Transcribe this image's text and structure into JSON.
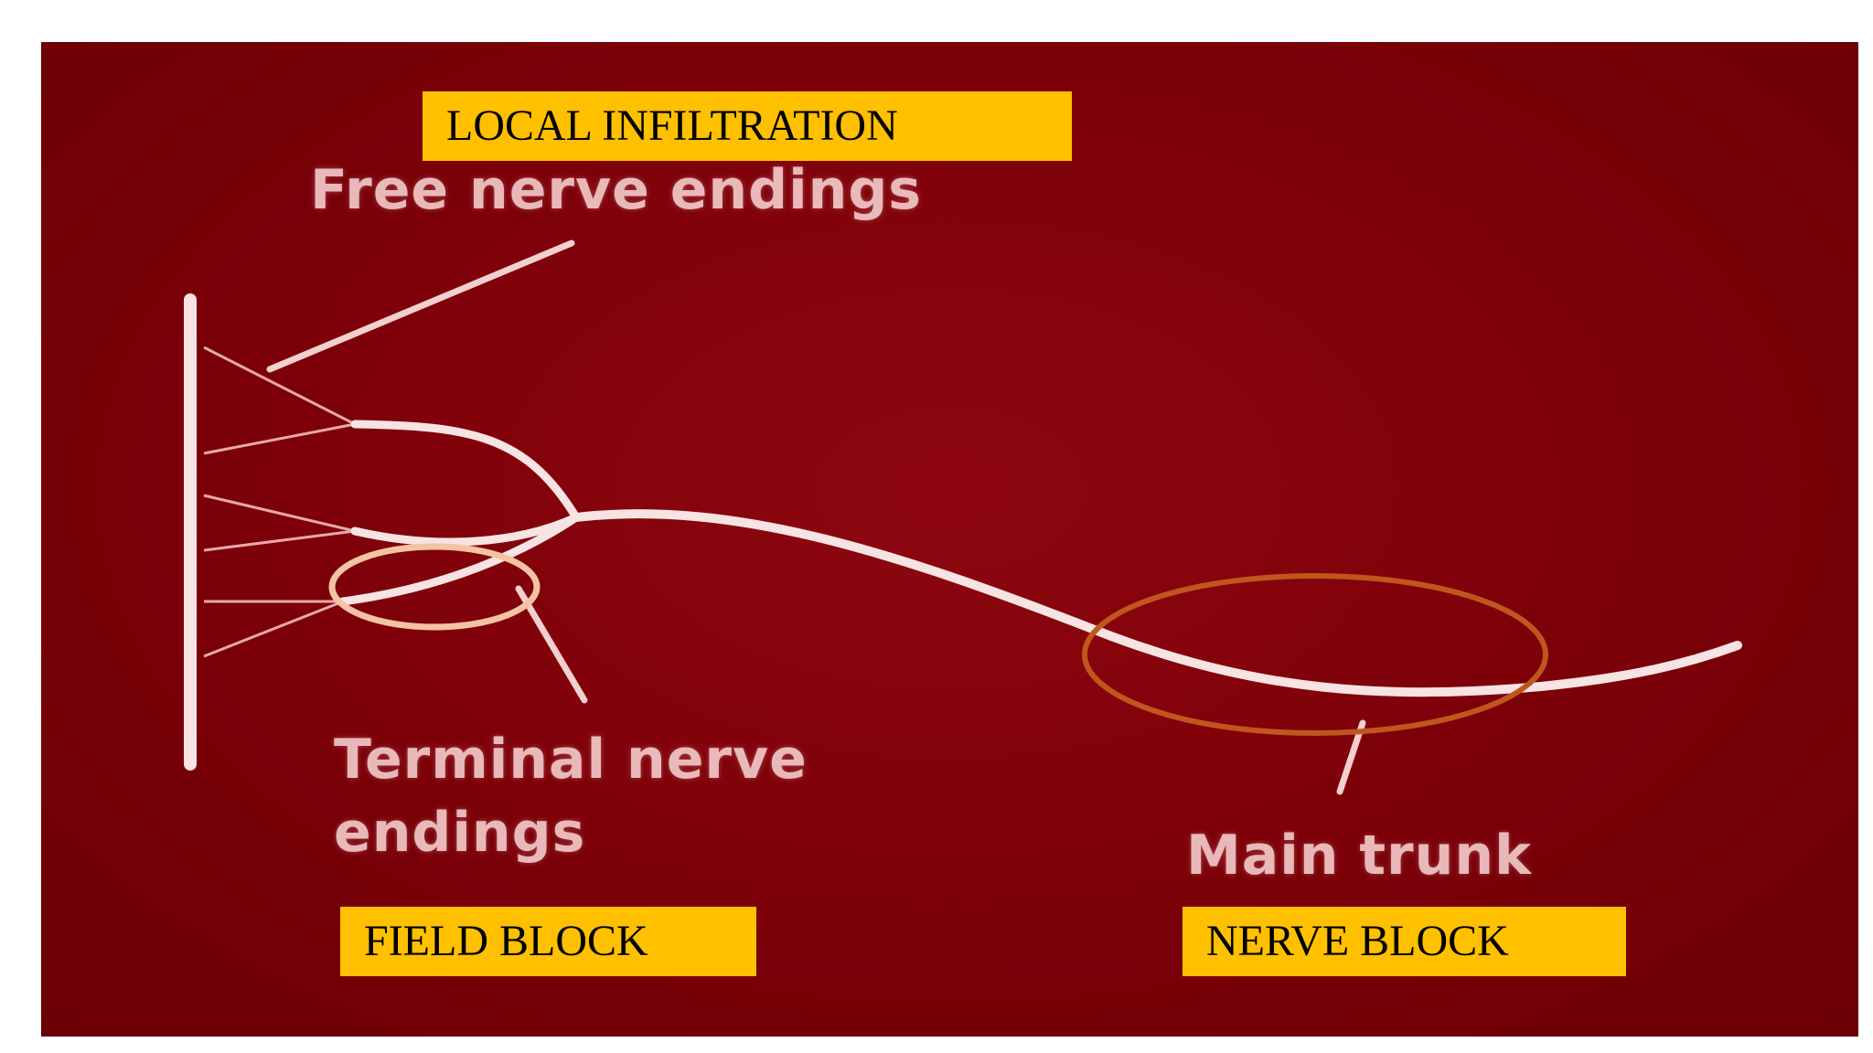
{
  "tags": {
    "local_infiltration": "LOCAL INFILTRATION",
    "field_block": "FIELD BLOCK",
    "nerve_block": "NERVE BLOCK"
  },
  "labels": {
    "free_nerve_endings": "Free nerve endings",
    "terminal_nerve_endings_line1": "Terminal nerve",
    "terminal_nerve_endings_line2": "endings",
    "main_trunk": "Main trunk"
  },
  "colors": {
    "background": "#7c0008",
    "tag_fill": "#ffc000",
    "nerve": "#f7e3e3",
    "field_block_ring": "#f4c3a3",
    "nerve_block_ring": "#c0561d"
  }
}
